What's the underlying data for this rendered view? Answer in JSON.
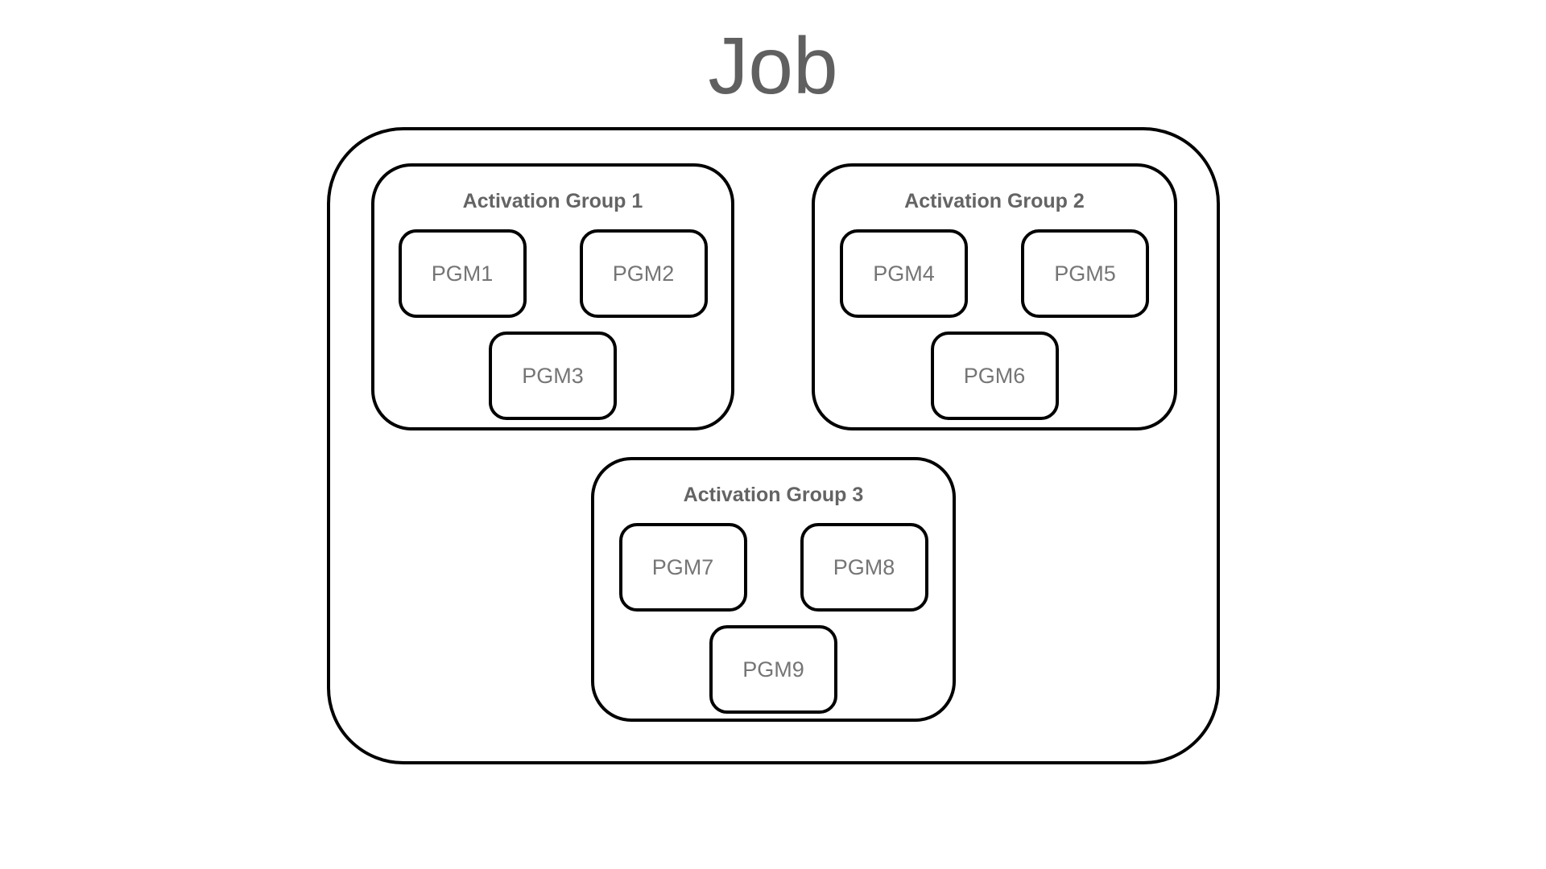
{
  "diagram": {
    "title": "Job",
    "groups": [
      {
        "label": "Activation Group 1",
        "programs": [
          "PGM1",
          "PGM2",
          "PGM3"
        ]
      },
      {
        "label": "Activation Group 2",
        "programs": [
          "PGM4",
          "PGM5",
          "PGM6"
        ]
      },
      {
        "label": "Activation Group 3",
        "programs": [
          "PGM7",
          "PGM8",
          "PGM9"
        ]
      }
    ],
    "colors": {
      "background": "#ffffff",
      "border": "#000000",
      "title_text": "#606060",
      "group_label_text": "#646464",
      "program_label_text": "#757575"
    }
  }
}
